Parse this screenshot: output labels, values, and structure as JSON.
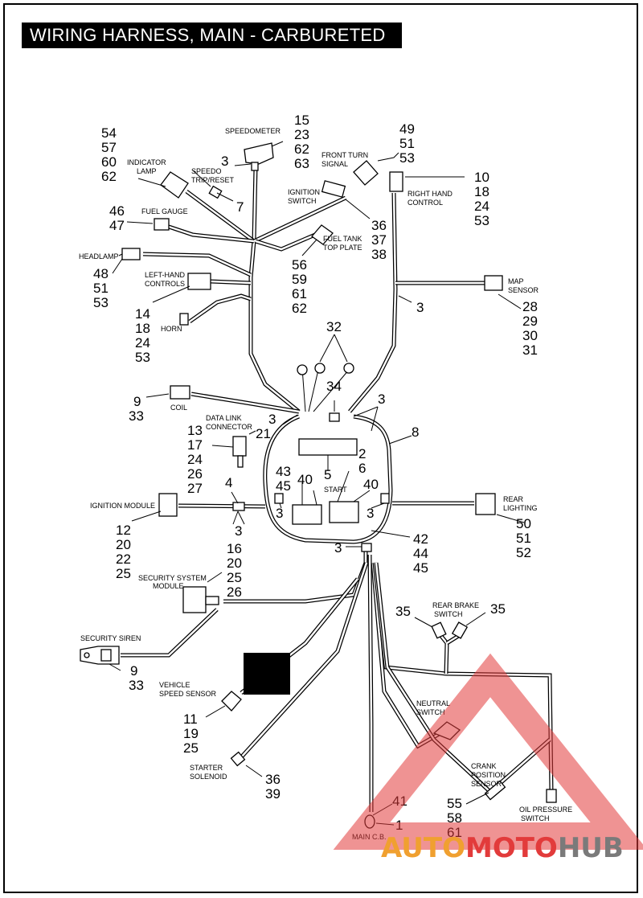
{
  "title": "WIRING HARNESS, MAIN - CARBURETED",
  "labels": {
    "speedometer": "SPEEDOMETER",
    "indicator_1": "INDICATOR",
    "indicator_2": "LAMP",
    "speedo_trip_1": "SPEEDO",
    "speedo_trip_2": "TRIP/RESET",
    "front_turn_1": "FRONT TURN",
    "front_turn_2": "SIGNAL",
    "right_hand_1": "RIGHT HAND",
    "right_hand_2": "CONTROL",
    "ignition_switch_1": "IGNITION",
    "ignition_switch_2": "SWITCH",
    "fuel_gauge": "FUEL GAUGE",
    "fuel_tank_1": "FUEL TANK",
    "fuel_tank_2": "TOP PLATE",
    "headlamp": "HEADLAMP",
    "left_hand_1": "LEFT-HAND",
    "left_hand_2": "CONTROLS",
    "map_sensor_1": "MAP",
    "map_sensor_2": "SENSOR",
    "horn": "HORN",
    "coil": "COIL",
    "data_link_1": "DATA LINK",
    "data_link_2": "CONNECTOR",
    "start": "START",
    "ignition_module": "IGNITION MODULE",
    "rear_lighting_1": "REAR",
    "rear_lighting_2": "LIGHTING",
    "security_module_1": "SECURITY SYSTEM",
    "security_module_2": "MODULE",
    "rear_brake_1": "REAR BRAKE",
    "rear_brake_2": "SWITCH",
    "security_siren": "SECURITY SIREN",
    "vss_1": "VEHICLE",
    "vss_2": "SPEED SENSOR",
    "neutral_1": "NEUTRAL",
    "neutral_2": "SWITCH",
    "crank_1": "CRANK",
    "crank_2": "POSITION",
    "crank_3": "SENSOR",
    "starter_1": "STARTER",
    "starter_2": "SOLENOID",
    "oil_1": "OIL  PRESSURE",
    "oil_2": "SWITCH",
    "main_cb": "MAIN C.B."
  },
  "callouts": {
    "speedometer": [
      "15",
      "23",
      "62",
      "63"
    ],
    "indicator": [
      "54",
      "57",
      "60",
      "62"
    ],
    "front_turn": [
      "49",
      "51",
      "53"
    ],
    "right_hand": [
      "10",
      "18",
      "24",
      "53"
    ],
    "speedo_conn": "3",
    "speedo_trip": "7",
    "fuel_gauge": [
      "46",
      "47"
    ],
    "ignition_switch": [
      "36",
      "37",
      "38"
    ],
    "fuel_tank": [
      "56",
      "59",
      "61",
      "62"
    ],
    "headlamp": [
      "48",
      "51",
      "53"
    ],
    "map_conn": "3",
    "map_sensor": [
      "28",
      "29",
      "30",
      "31"
    ],
    "left_hand": [
      "14",
      "18",
      "24",
      "53"
    ],
    "ring_terminals": "32",
    "coil": [
      "9",
      "33"
    ],
    "relay": "34",
    "harness_right": "3",
    "harness_left": "3",
    "data_link_a": [
      "13",
      "17",
      "24",
      "26",
      "27"
    ],
    "data_link_b": "21",
    "fuse_block": "8",
    "fuse_panel": "5",
    "relays_left": [
      "43",
      "45"
    ],
    "relay_40a": "40",
    "start_relay": [
      "2",
      "6"
    ],
    "relay_40b": "40",
    "clip_4": "4",
    "clip_left": "3",
    "clip_right": "3",
    "clip_module": "3",
    "ignition_module": [
      "12",
      "20",
      "22",
      "25"
    ],
    "rear_lighting": [
      "50",
      "51",
      "52"
    ],
    "bottom_clip": "3",
    "bottom_main": [
      "42",
      "44",
      "45"
    ],
    "security_module": [
      "16",
      "20",
      "25",
      "26"
    ],
    "brake_left": "35",
    "brake_right": "35",
    "security_siren": [
      "9",
      "33"
    ],
    "vss": [
      "11",
      "19",
      "25"
    ],
    "starter": [
      "36",
      "39"
    ],
    "main_cb": [
      "41",
      "1"
    ],
    "crank": [
      "55",
      "58",
      "61"
    ]
  },
  "watermark": {
    "auto": "AUTO",
    "moto": "MOTO",
    "hub": "HUB",
    "color_red": "#e23b3b",
    "color_orange": "#f0a030",
    "color_gray": "#7a7a7a"
  }
}
